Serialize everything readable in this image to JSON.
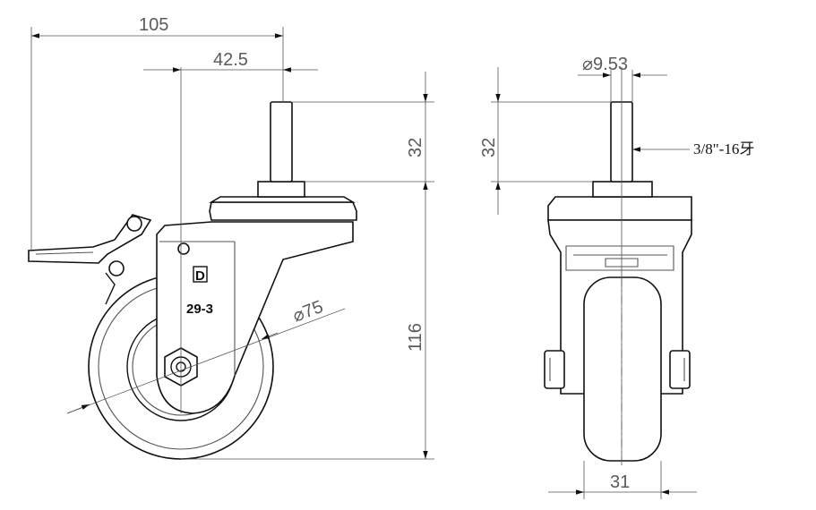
{
  "drawing": {
    "side_view": {
      "dim_overall_length": "105",
      "dim_stem_offset": "42.5",
      "dim_stem_length": "32",
      "dim_wheel_diameter": "⌀75",
      "dim_overall_height": "116",
      "bracket_logo": "D",
      "bracket_code": "29-3"
    },
    "front_view": {
      "dim_stem_diameter": "⌀9.53",
      "dim_stem_length": "32",
      "thread_callout": "3/8\"-16牙",
      "dim_wheel_width": "31"
    }
  }
}
